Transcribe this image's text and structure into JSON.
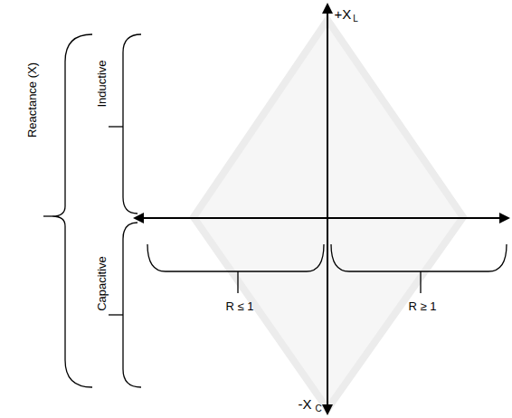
{
  "diagram": {
    "labels": [
      "Reactance (X)",
      "Inductive",
      "Capacitive",
      "R ≤ 1",
      "R ≥ 1",
      "+X",
      "L",
      "-X",
      "C"
    ]
  }
}
